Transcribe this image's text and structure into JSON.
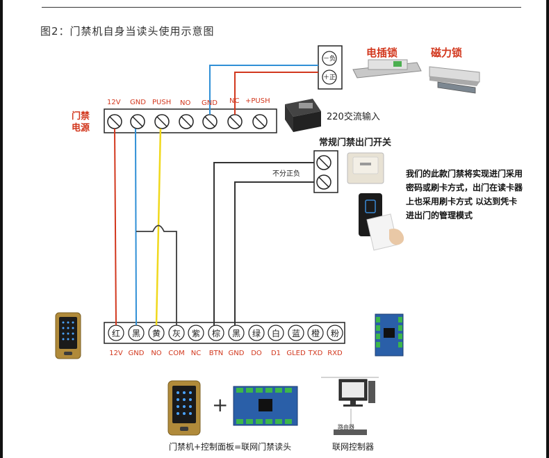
{
  "title": "图2：门禁机自身当读头使用示意图",
  "power_supply": {
    "label_line1": "门禁",
    "label_line2": "电源",
    "terminals": [
      "12V",
      "GND",
      "PUSH",
      "NO",
      "GND",
      "NC",
      "+PUSH"
    ]
  },
  "lock": {
    "neg": "－负",
    "pos": "＋正",
    "electric_bolt": "电插锁",
    "magnetic_lock": "磁力锁"
  },
  "ac_input": "220交流输入",
  "exit_button": {
    "title": "常规门禁出门开关",
    "polarity": "不分正负"
  },
  "note": "我们的此款门禁将实现进门采用密码或刷卡方式，出门在读卡器上也采用刷卡方式 以达到凭卡进出门的管理模式",
  "controller": {
    "wire_colors": [
      "红",
      "黑",
      "黄",
      "灰",
      "紫",
      "棕",
      "黑",
      "绿",
      "白",
      "蓝",
      "橙",
      "粉"
    ],
    "pin_labels": [
      "12V",
      "GND",
      "NO",
      "COM",
      "NC",
      "BTN",
      "GND",
      "DO",
      "D1",
      "GLED",
      "TXD",
      "RXD"
    ]
  },
  "bottom": {
    "plus": "+",
    "caption_left": "门禁机+控制面板=联网门禁读头",
    "router": "路由器",
    "caption_right": "联网控制器"
  },
  "colors": {
    "wire_red": "#d2371d",
    "wire_blue": "#2f8fd6",
    "wire_yellow": "#f0d81c",
    "wire_gray": "#3a3a3a",
    "label_red": "#d2371d",
    "device_gold": "#b08a3a",
    "pcb_blue": "#2a5fa8"
  }
}
